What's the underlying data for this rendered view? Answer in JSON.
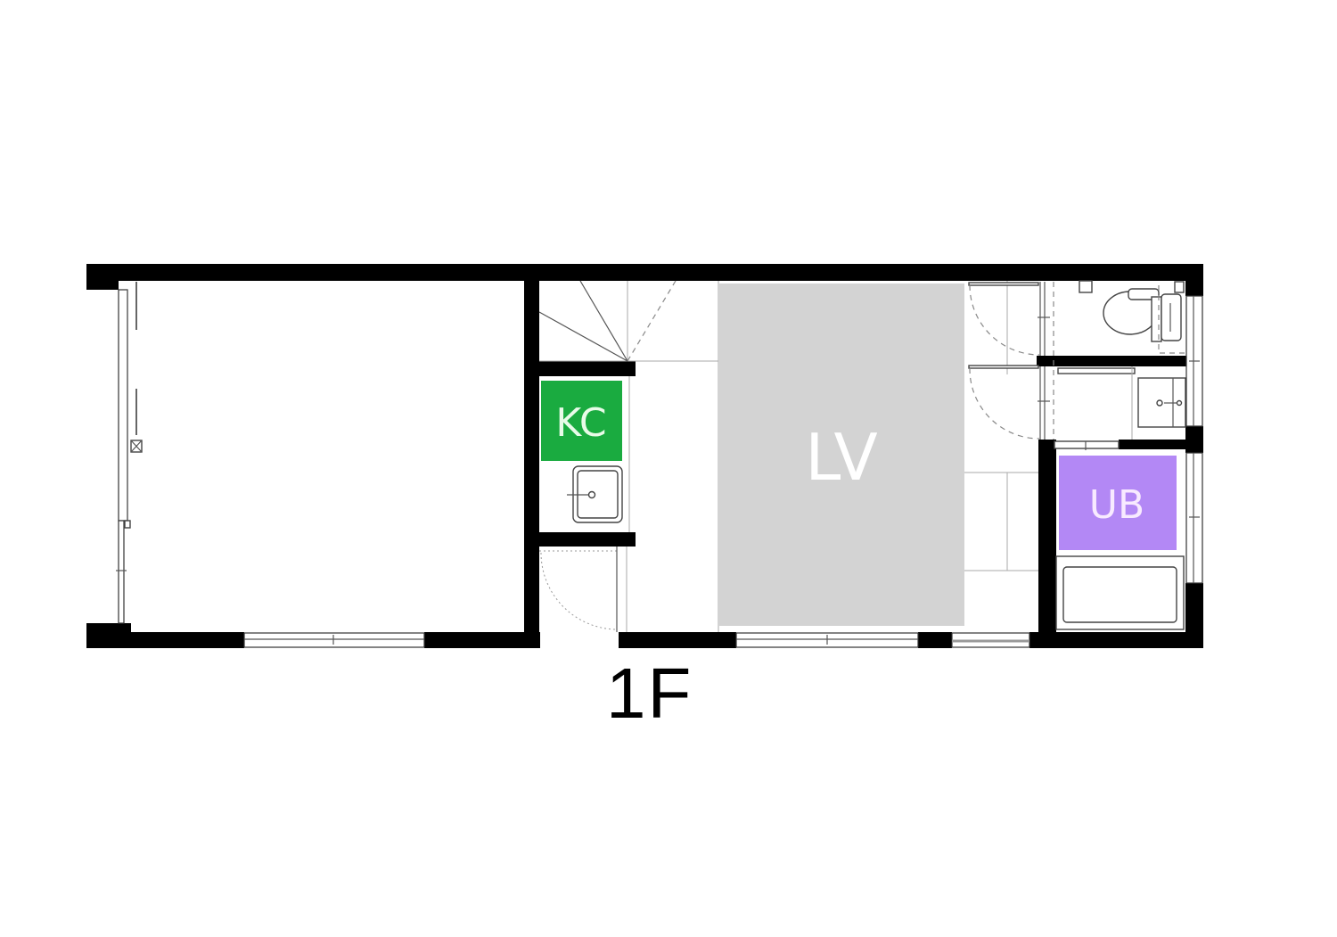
{
  "floor_plan": {
    "floor_label": "1F",
    "rooms": [
      {
        "id": "kc",
        "label": "KC",
        "meaning": "kitchen",
        "color": "#1aab40",
        "text_color": "#e8fbe8"
      },
      {
        "id": "lv",
        "label": "LV",
        "meaning": "living",
        "color": "#d3d3d3",
        "text_color": "#ffffff"
      },
      {
        "id": "ub",
        "label": "UB",
        "meaning": "unit bath",
        "color": "#b388f5",
        "text_color": "#f8eaff"
      }
    ],
    "colors": {
      "wall": "#000000",
      "background": "#ffffff",
      "lines": "#555555"
    }
  }
}
